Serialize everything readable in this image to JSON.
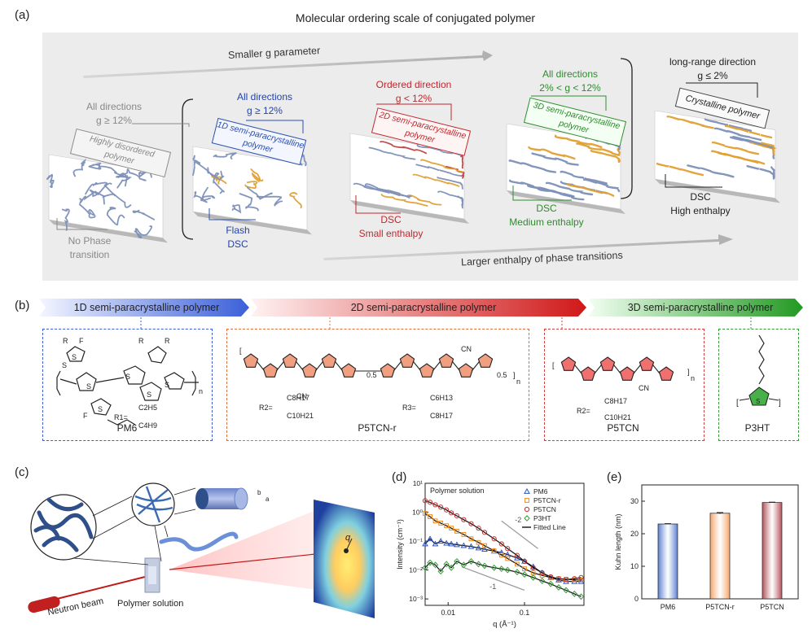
{
  "panel_labels": {
    "a": "(a)",
    "b": "(b)",
    "c": "(c)",
    "d": "(d)",
    "e": "(e)"
  },
  "panel_a": {
    "title": "Molecular ordering scale of conjugated polymer",
    "top_arrow": "Smaller g parameter",
    "bottom_arrow": "Larger enthalpy of phase transitions",
    "states": [
      {
        "dir": "All directions",
        "g": "g ≥ 12%",
        "box": "Highly disordered polymer",
        "bottom1": "No Phase",
        "bottom2": "transition",
        "color": "#8a8a8a"
      },
      {
        "dir": "All directions",
        "g": "g ≥ 12%",
        "box": "1D semi-paracrystalline polymer",
        "bottom1": "Flash",
        "bottom2": "DSC",
        "color": "#2a4fb0"
      },
      {
        "dir": "Ordered direction",
        "g": "g < 12%",
        "box": "2D semi-paracrystalline polymer",
        "bottom1": "DSC",
        "bottom2": "Small enthalpy",
        "color": "#c0282e"
      },
      {
        "dir": "All directions",
        "g": "2% < g < 12%",
        "box": "3D semi-paracrystalline polymer",
        "bottom1": "DSC",
        "bottom2": "Medium enthalpy",
        "color": "#2e8b2e"
      },
      {
        "dir": "long-range direction",
        "g": "g ≤ 2%",
        "box": "Crystalline polymer",
        "bottom1": "DSC",
        "bottom2": "High enthalpy",
        "color": "#222222"
      }
    ]
  },
  "panel_b": {
    "banners": [
      "1D semi-paracrystalline polymer",
      "2D semi-paracrystalline polymer",
      "3D semi-paracrystalline polymer"
    ],
    "molecules": [
      "PM6",
      "P5TCN-r",
      "P5TCN",
      "P3HT"
    ],
    "pm6": {
      "r1": "R1=",
      "c2h5": "C2H5",
      "c4h9": "C4H9"
    },
    "p5tcnr": {
      "r2": "R2=",
      "r3": "R3=",
      "c8h17": "C8H17",
      "c10h21": "C10H21",
      "c6h13": "C6H13",
      "c8h17b": "C8H17",
      "frac1": "0.5",
      "frac2": "0.5",
      "cn": "CN"
    },
    "p5tcn": {
      "r2": "R2=",
      "c8h17": "C8H17",
      "c10h21": "C10H21",
      "cn": "CN"
    }
  },
  "panel_c": {
    "neutron_beam": "Neutron beam",
    "polymer_solution": "Polymer solution",
    "q": "q",
    "a": "a",
    "b": "b"
  },
  "chart_data": [
    {
      "type": "scatter",
      "title": "Polymer solution",
      "xlabel": "q (Å⁻¹)",
      "ylabel": "Intensity (cm⁻¹)",
      "xscale": "log",
      "yscale": "log",
      "xlim": [
        0.005,
        0.6
      ],
      "ylim": [
        0.0006,
        10
      ],
      "xticks": [
        "0.01",
        "0.1"
      ],
      "yticks": [
        "10⁻³",
        "10⁻²",
        "10⁻¹",
        "10⁰",
        "10¹"
      ],
      "annotations": [
        "-2",
        "-1"
      ],
      "legend_position": "top-right",
      "series": [
        {
          "name": "PM6",
          "marker": "triangle",
          "color": "#2a55c5",
          "x": [
            0.005,
            0.0058,
            0.0068,
            0.008,
            0.0095,
            0.011,
            0.013,
            0.016,
            0.02,
            0.025,
            0.03,
            0.04,
            0.05,
            0.06,
            0.08,
            0.1,
            0.13,
            0.17,
            0.22,
            0.28,
            0.35,
            0.45,
            0.55
          ],
          "y": [
            0.08,
            0.12,
            0.08,
            0.1,
            0.085,
            0.08,
            0.075,
            0.07,
            0.065,
            0.058,
            0.052,
            0.045,
            0.04,
            0.034,
            0.026,
            0.02,
            0.013,
            0.008,
            0.0055,
            0.0045,
            0.004,
            0.004,
            0.004
          ]
        },
        {
          "name": "P5TCN-r",
          "marker": "square",
          "color": "#f08a1c",
          "x": [
            0.005,
            0.0058,
            0.0068,
            0.008,
            0.0095,
            0.011,
            0.013,
            0.016,
            0.02,
            0.025,
            0.03,
            0.04,
            0.05,
            0.06,
            0.08,
            0.1,
            0.13,
            0.17,
            0.22,
            0.28,
            0.35,
            0.45,
            0.55
          ],
          "y": [
            0.9,
            0.7,
            0.5,
            0.42,
            0.34,
            0.28,
            0.22,
            0.17,
            0.12,
            0.09,
            0.07,
            0.046,
            0.033,
            0.025,
            0.016,
            0.011,
            0.008,
            0.0065,
            0.0055,
            0.005,
            0.0048,
            0.0046,
            0.0045
          ]
        },
        {
          "name": "P5TCN",
          "marker": "circle",
          "color": "#c03030",
          "x": [
            0.005,
            0.0058,
            0.0068,
            0.008,
            0.0095,
            0.011,
            0.013,
            0.016,
            0.02,
            0.025,
            0.03,
            0.04,
            0.05,
            0.06,
            0.08,
            0.1,
            0.13,
            0.17,
            0.22,
            0.28,
            0.35,
            0.45,
            0.55
          ],
          "y": [
            2.5,
            2.2,
            1.8,
            1.5,
            1.2,
            0.95,
            0.75,
            0.55,
            0.4,
            0.28,
            0.2,
            0.12,
            0.08,
            0.055,
            0.032,
            0.02,
            0.012,
            0.008,
            0.0058,
            0.005,
            0.0047,
            0.005,
            0.0055
          ]
        },
        {
          "name": "P3HT",
          "marker": "diamond",
          "color": "#3a9a3a",
          "x": [
            0.005,
            0.0058,
            0.0068,
            0.008,
            0.0095,
            0.011,
            0.013,
            0.016,
            0.02,
            0.025,
            0.03,
            0.04,
            0.05,
            0.06,
            0.08,
            0.1,
            0.13,
            0.17,
            0.22,
            0.28,
            0.35,
            0.45,
            0.55
          ],
          "y": [
            0.012,
            0.018,
            0.015,
            0.009,
            0.016,
            0.012,
            0.02,
            0.015,
            0.02,
            0.016,
            0.014,
            0.012,
            0.011,
            0.01,
            0.0085,
            0.007,
            0.0055,
            0.0042,
            0.0033,
            0.0025,
            0.002,
            0.0015,
            0.0012
          ]
        }
      ],
      "fitted_line_name": "Fitted Line"
    },
    {
      "type": "bar",
      "categories": [
        "PM6",
        "P5TCN-r",
        "P5TCN"
      ],
      "values": [
        23.0,
        26.3,
        29.6
      ],
      "errors": [
        0.1,
        0.2,
        0.1
      ],
      "ylabel": "Kuhn length (nm)",
      "ylim": [
        0,
        35
      ],
      "yticks": [
        "0",
        "10",
        "20",
        "30"
      ],
      "colors": [
        "#5b7fd0",
        "#f4a56a",
        "#b45058"
      ]
    }
  ]
}
